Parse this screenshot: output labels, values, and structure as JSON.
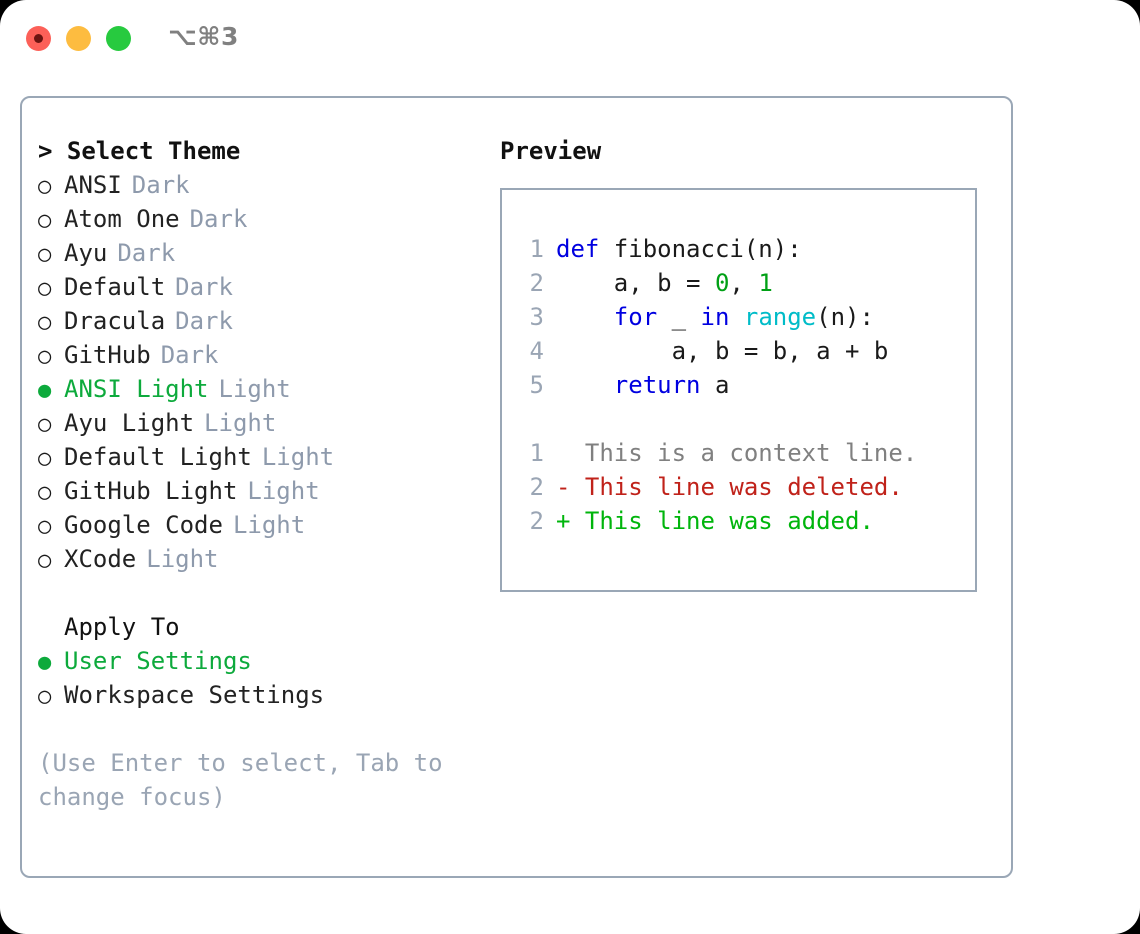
{
  "titlebar": {
    "shortcut": "⌥⌘3",
    "buttons": [
      {
        "name": "close",
        "color": "#fc6058"
      },
      {
        "name": "minimize",
        "color": "#fdbc40"
      },
      {
        "name": "maximize",
        "color": "#27ca3f"
      }
    ]
  },
  "theme_panel": {
    "heading": "> Select Theme",
    "themes": [
      {
        "bullet": "○",
        "name": "ANSI",
        "kind": "Dark",
        "selected": false
      },
      {
        "bullet": "○",
        "name": "Atom One",
        "kind": "Dark",
        "selected": false
      },
      {
        "bullet": "○",
        "name": "Ayu",
        "kind": "Dark",
        "selected": false
      },
      {
        "bullet": "○",
        "name": "Default",
        "kind": "Dark",
        "selected": false
      },
      {
        "bullet": "○",
        "name": "Dracula",
        "kind": "Dark",
        "selected": false
      },
      {
        "bullet": "○",
        "name": "GitHub",
        "kind": "Dark",
        "selected": false
      },
      {
        "bullet": "●",
        "name": "ANSI Light",
        "kind": "Light",
        "selected": true
      },
      {
        "bullet": "○",
        "name": "Ayu Light",
        "kind": "Light",
        "selected": false
      },
      {
        "bullet": "○",
        "name": "Default Light",
        "kind": "Light",
        "selected": false
      },
      {
        "bullet": "○",
        "name": "GitHub Light",
        "kind": "Light",
        "selected": false
      },
      {
        "bullet": "○",
        "name": "Google Code",
        "kind": "Light",
        "selected": false
      },
      {
        "bullet": "○",
        "name": "XCode",
        "kind": "Light",
        "selected": false
      }
    ],
    "apply_heading": "Apply To",
    "apply_options": [
      {
        "bullet": "●",
        "name": "User Settings",
        "selected": true
      },
      {
        "bullet": "○",
        "name": "Workspace Settings",
        "selected": false
      }
    ],
    "hint": "(Use Enter to select, Tab to change focus)"
  },
  "preview_panel": {
    "heading": "Preview",
    "code_lines": [
      {
        "no": "1",
        "tokens": [
          {
            "t": "def",
            "c": "kw"
          },
          {
            "t": " fibonacci(n):",
            "c": "plain"
          }
        ]
      },
      {
        "no": "2",
        "tokens": [
          {
            "t": "    a, b = ",
            "c": "plain"
          },
          {
            "t": "0",
            "c": "num"
          },
          {
            "t": ", ",
            "c": "plain"
          },
          {
            "t": "1",
            "c": "num"
          }
        ]
      },
      {
        "no": "3",
        "tokens": [
          {
            "t": "    ",
            "c": "plain"
          },
          {
            "t": "for",
            "c": "kw"
          },
          {
            "t": " _ ",
            "c": "plain"
          },
          {
            "t": "in",
            "c": "kw"
          },
          {
            "t": " ",
            "c": "plain"
          },
          {
            "t": "range",
            "c": "fn"
          },
          {
            "t": "(n):",
            "c": "plain"
          }
        ]
      },
      {
        "no": "4",
        "tokens": [
          {
            "t": "        a, b = b, a + b",
            "c": "plain"
          }
        ]
      },
      {
        "no": "5",
        "tokens": [
          {
            "t": "    ",
            "c": "plain"
          },
          {
            "t": "return",
            "c": "kw"
          },
          {
            "t": " a",
            "c": "plain"
          }
        ]
      }
    ],
    "diff_lines": [
      {
        "no": "1",
        "marker": " ",
        "text": " This is a context line.",
        "c": "ctx"
      },
      {
        "no": "2",
        "marker": "-",
        "text": " This line was deleted.",
        "c": "del"
      },
      {
        "no": "2",
        "marker": "+",
        "text": " This line was added.",
        "c": "add"
      }
    ]
  },
  "colors": {
    "accent_green": "#0daa3c",
    "muted": "#8e9aac",
    "border": "#9aa7b6",
    "keyword": "#0000e0",
    "function": "#00bcc8",
    "number": "#00a015",
    "diff_deleted": "#c0221a",
    "diff_added": "#00b50c"
  }
}
